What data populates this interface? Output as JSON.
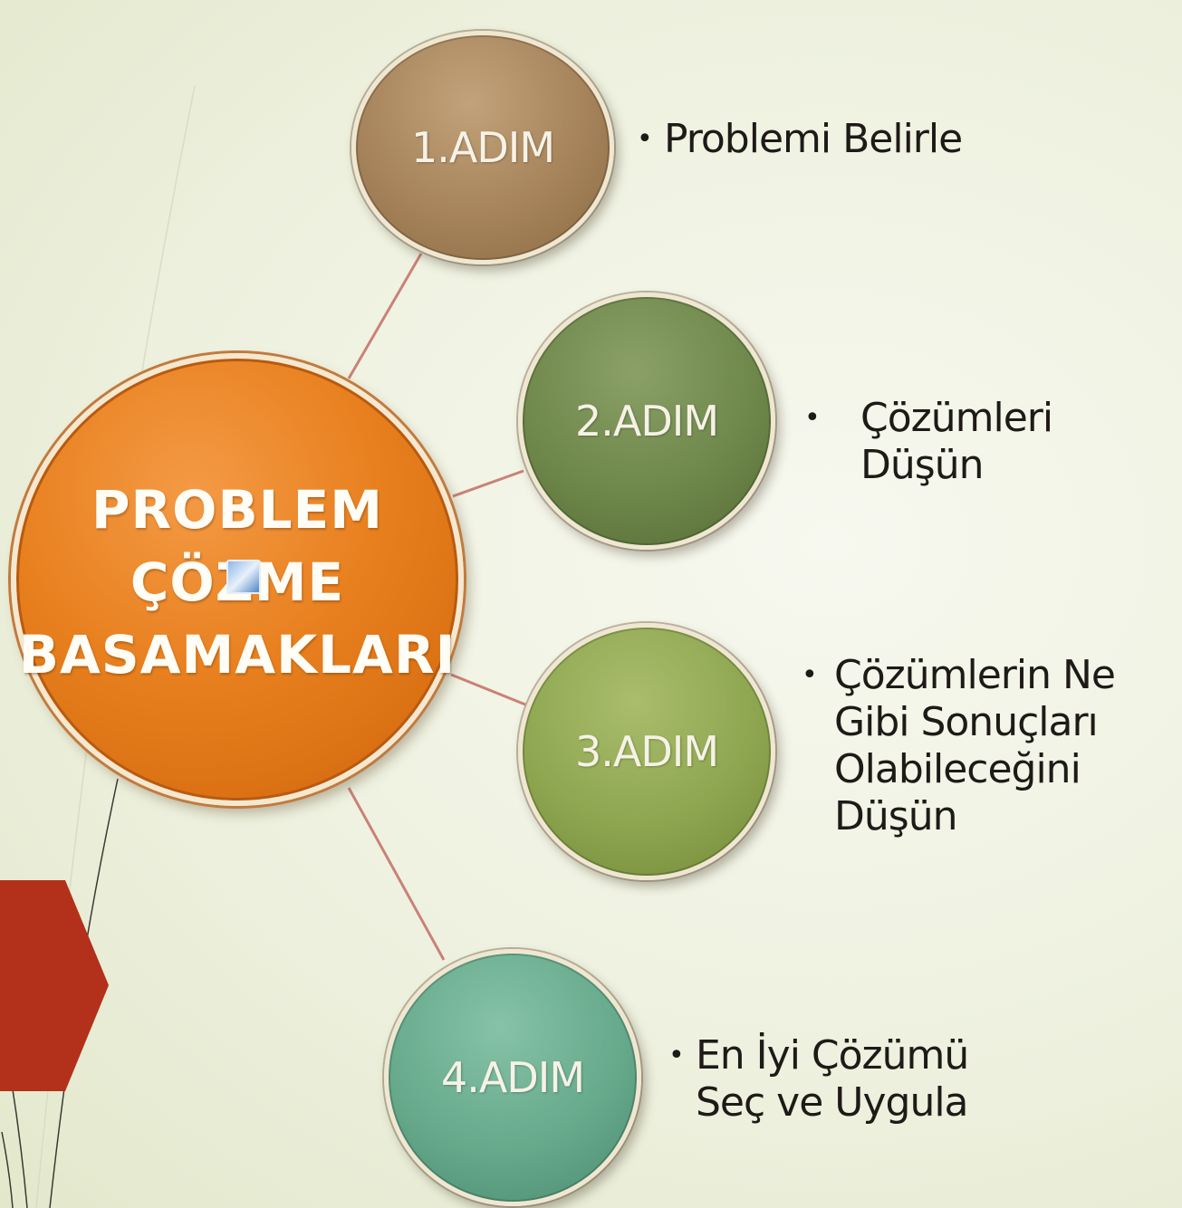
{
  "diagram": {
    "center": {
      "lines": [
        "PROBLEM",
        "ÇÖZME",
        "BASAMAKLARI"
      ]
    },
    "steps": [
      {
        "label": "1.ADIM",
        "description": [
          "Problemi Belirle"
        ],
        "color": "#a6835a"
      },
      {
        "label": "2.ADIM",
        "description": [
          "Çözümleri",
          "Düşün"
        ],
        "color": "#6e874a"
      },
      {
        "label": "3.ADIM",
        "description": [
          "Çözümlerin Ne",
          "Gibi Sonuçları",
          "Olabileceğini",
          "Düşün"
        ],
        "color": "#8ea650"
      },
      {
        "label": "4.ADIM",
        "description": [
          "En İyi Çözümü",
          "Seç ve Uygula"
        ],
        "color": "#66a98b"
      }
    ],
    "bullet": "•",
    "colors": {
      "center": "#e8801f",
      "connector": "#c98278",
      "hexagon": "#b3301a",
      "background": "#eef1df"
    }
  }
}
